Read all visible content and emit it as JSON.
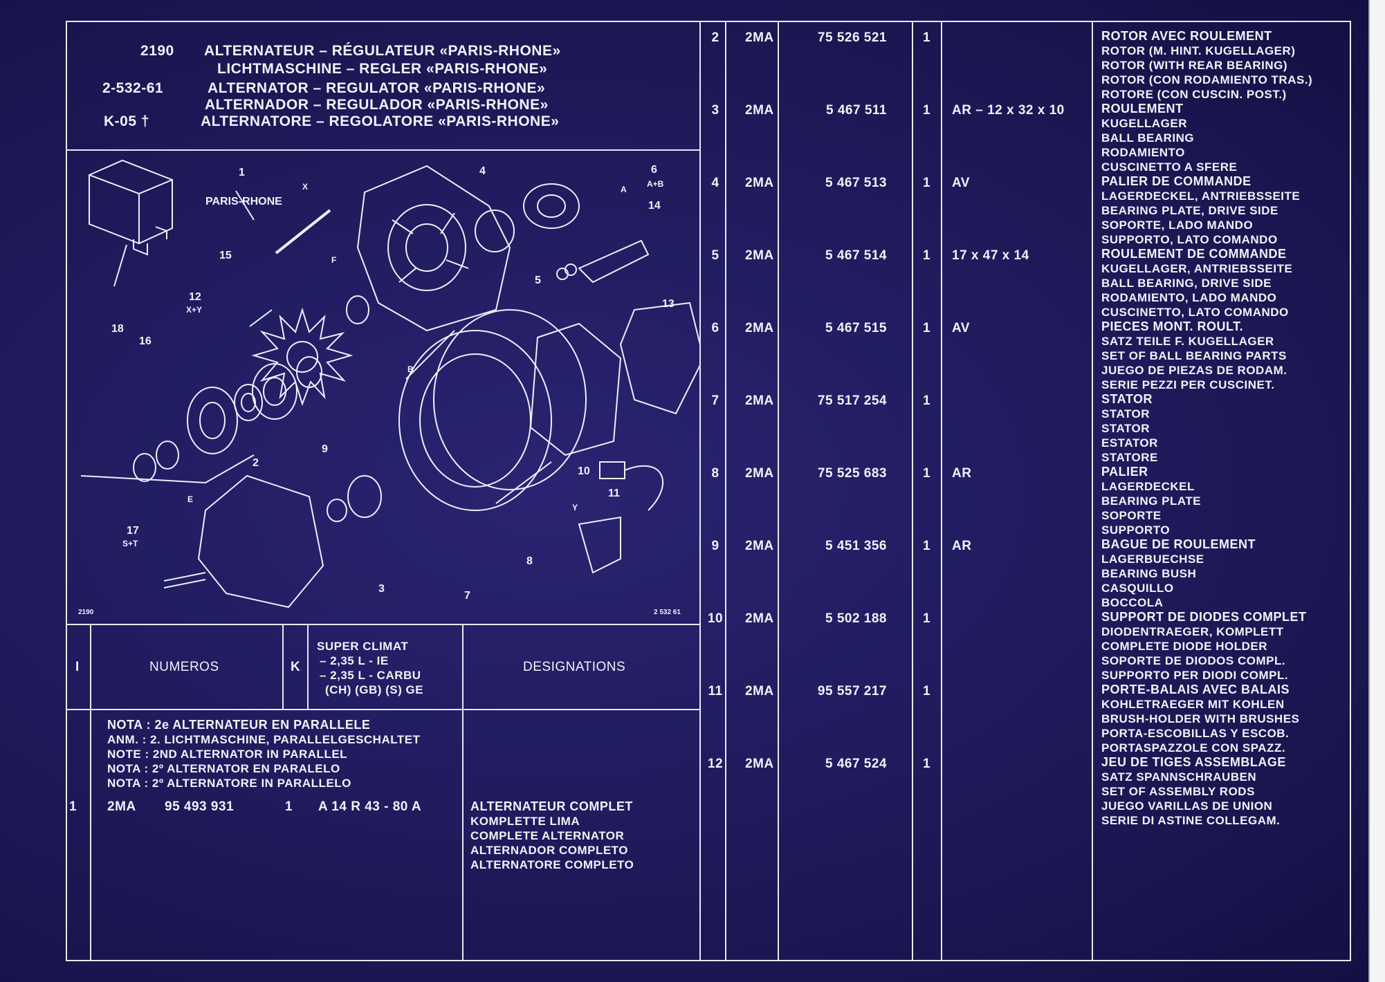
{
  "header": {
    "codes": [
      "2190",
      "2-532-61",
      "K-05 †"
    ],
    "titles": [
      "ALTERNATEUR – RÉGULATEUR «PARIS-RHONE»",
      "LICHTMASCHINE – REGLER «PARIS-RHONE»",
      "ALTERNATOR – REGULATOR «PARIS-RHONE»",
      "ALTERNADOR – REGULADOR «PARIS-RHONE»",
      "ALTERNATORE – REGOLATORE «PARIS-RHONE»"
    ]
  },
  "diagram": {
    "brand": "PARIS-RHONE",
    "callouts": [
      "1",
      "2",
      "3",
      "4",
      "5",
      "6",
      "7",
      "8",
      "9",
      "10",
      "11",
      "12",
      "13",
      "14",
      "15",
      "16",
      "17",
      "18"
    ],
    "sub_labels": {
      "6": "A+B",
      "12": "X+Y",
      "17": "S+T"
    },
    "letters": [
      "A",
      "B",
      "E",
      "F",
      "X",
      "Y"
    ],
    "footer_left": "2190",
    "footer_right": "2 532 61"
  },
  "columns": {
    "index": "I",
    "numeros": "NUMEROS",
    "k": "K",
    "model": [
      "SUPER CLIMAT",
      "– 2,35 L - IE",
      "– 2,35 L - CARBU",
      "(CH) (GB) (S) GE"
    ],
    "designations": "DESIGNATIONS"
  },
  "nota": [
    "NOTA : 2e ALTERNATEUR EN PARALLELE",
    "ANM.   : 2. LICHTMASCHINE, PARALLELGESCHALTET",
    "NOTE  : 2ND ALTERNATOR IN PARALLEL",
    "NOTA  : 2º ALTERNATOR EN PARALELO",
    "NOTA  : 2º ALTERNATORE IN PARALLELO"
  ],
  "first_row": {
    "index": "1",
    "code": "2MA",
    "number": "95  493  931",
    "qty": "1",
    "ref": "A 14 R 43 - 80 A",
    "designation": [
      "ALTERNATEUR COMPLET",
      "KOMPLETTE LIMA",
      "COMPLETE ALTERNATOR",
      "ALTERNADOR COMPLETO",
      "ALTERNATORE COMPLETO"
    ]
  },
  "rows": [
    {
      "index": "2",
      "code": "2MA",
      "number": "75  526  521",
      "qty": "1",
      "ref": "",
      "designation": [
        "ROTOR AVEC ROULEMENT",
        "ROTOR (M. HINT. KUGELLAGER)",
        "ROTOR (WITH REAR BEARING)",
        "ROTOR (CON RODAMIENTO TRAS.)",
        "ROTORE (CON CUSCIN. POST.)"
      ]
    },
    {
      "index": "3",
      "code": "2MA",
      "number": "5  467  511",
      "qty": "1",
      "ref": "AR – 12 x 32 x 10",
      "designation": [
        "ROULEMENT",
        "KUGELLAGER",
        "BALL BEARING",
        "RODAMIENTO",
        "CUSCINETTO A SFERE"
      ]
    },
    {
      "index": "4",
      "code": "2MA",
      "number": "5  467  513",
      "qty": "1",
      "ref": "AV",
      "designation": [
        "PALIER DE COMMANDE",
        "LAGERDECKEL, ANTRIEBSSEITE",
        "BEARING PLATE, DRIVE SIDE",
        "SOPORTE, LADO MANDO",
        "SUPPORTO, LATO COMANDO"
      ]
    },
    {
      "index": "5",
      "code": "2MA",
      "number": "5  467  514",
      "qty": "1",
      "ref": "17 x 47 x 14",
      "designation": [
        "ROULEMENT DE COMMANDE",
        "KUGELLAGER, ANTRIEBSSEITE",
        "BALL BEARING, DRIVE SIDE",
        "RODAMIENTO, LADO MANDO",
        "CUSCINETTO, LATO COMANDO"
      ]
    },
    {
      "index": "6",
      "code": "2MA",
      "number": "5  467  515",
      "qty": "1",
      "ref": "AV",
      "designation": [
        "PIECES MONT. ROULT.",
        "SATZ TEILE F. KUGELLAGER",
        "SET OF BALL BEARING PARTS",
        "JUEGO DE PIEZAS DE RODAM.",
        "SERIE PEZZI PER CUSCINET."
      ]
    },
    {
      "index": "7",
      "code": "2MA",
      "number": "75  517  254",
      "qty": "1",
      "ref": "",
      "designation": [
        "STATOR",
        "STATOR",
        "STATOR",
        "ESTATOR",
        "STATORE"
      ]
    },
    {
      "index": "8",
      "code": "2MA",
      "number": "75  525  683",
      "qty": "1",
      "ref": "AR",
      "designation": [
        "PALIER",
        "LAGERDECKEL",
        "BEARING PLATE",
        "SOPORTE",
        "SUPPORTO"
      ]
    },
    {
      "index": "9",
      "code": "2MA",
      "number": "5  451  356",
      "qty": "1",
      "ref": "AR",
      "designation": [
        "BAGUE DE ROULEMENT",
        "LAGERBUECHSE",
        "BEARING BUSH",
        "CASQUILLO",
        "BOCCOLA"
      ]
    },
    {
      "index": "10",
      "code": "2MA",
      "number": "5  502  188",
      "qty": "1",
      "ref": "",
      "designation": [
        "SUPPORT DE DIODES COMPLET",
        "DIODENTRAEGER, KOMPLETT",
        "COMPLETE DIODE HOLDER",
        "SOPORTE DE DIODOS COMPL.",
        "SUPPORTO PER DIODI COMPL."
      ]
    },
    {
      "index": "11",
      "code": "2MA",
      "number": "95  557  217",
      "qty": "1",
      "ref": "",
      "designation": [
        "PORTE-BALAIS AVEC BALAIS",
        "KOHLETRAEGER MIT KOHLEN",
        "BRUSH-HOLDER WITH BRUSHES",
        "PORTA-ESCOBILLAS Y ESCOB.",
        "PORTASPAZZOLE CON SPAZZ."
      ]
    },
    {
      "index": "12",
      "code": "2MA",
      "number": "5  467  524",
      "qty": "1",
      "ref": "",
      "designation": [
        "JEU DE TIGES ASSEMBLAGE",
        "SATZ SPANNSCHRAUBEN",
        "SET OF ASSEMBLY RODS",
        "JUEGO VARILLAS DE UNION",
        "SERIE DI ASTINE COLLEGAM."
      ]
    }
  ],
  "colors": {
    "background": "#1f1b5c",
    "ink": "#f2f2fa"
  }
}
